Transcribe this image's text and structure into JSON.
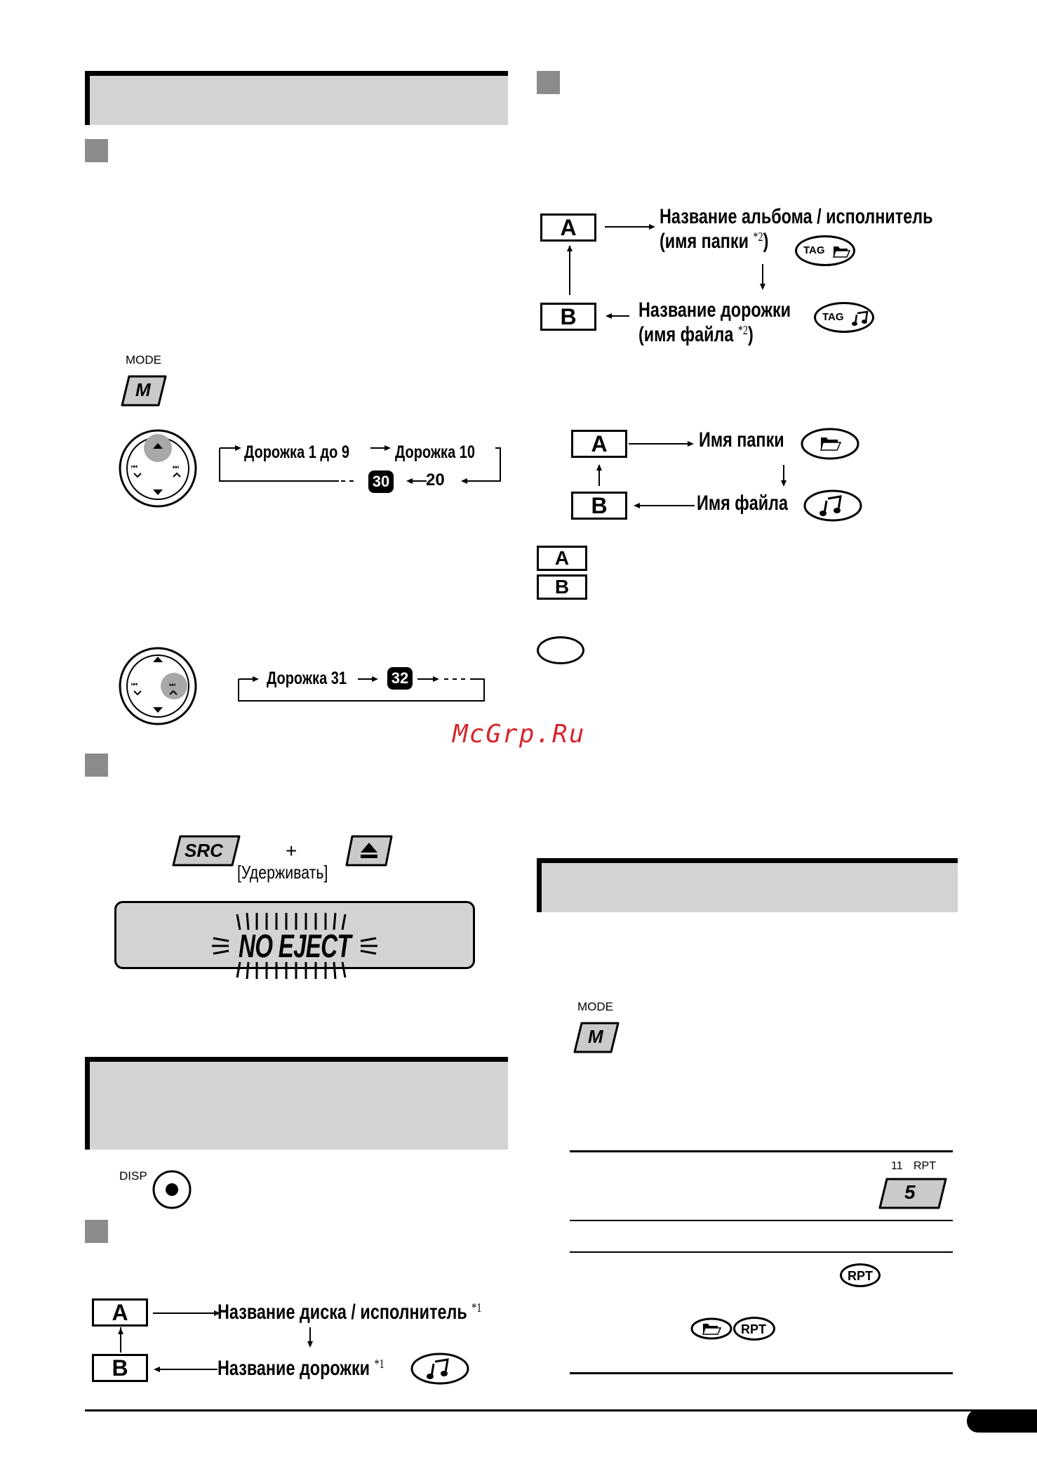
{
  "left": {
    "mode_label": "MODE",
    "mode_button": "M",
    "skip_seq_1": {
      "t1": "Дорожка 1 до 9",
      "t2": "Дорожка 10",
      "n30": "30",
      "n20": "20"
    },
    "skip_seq_2": {
      "t1": "Дорожка 31",
      "n32": "32"
    },
    "src_button": "SRC",
    "plus": "+",
    "hold_label": "[Удерживать]",
    "display_text": "NO EJECT",
    "disp_label": "DISP",
    "cd_flow": {
      "a": "A",
      "b": "B",
      "a_text": "Название диска / исполнитель",
      "a_note": "*1",
      "b_text": "Название дорожки",
      "b_note": "*1"
    }
  },
  "right": {
    "tag_flow": {
      "a": "A",
      "b": "B",
      "a_line1": "Название альбома / исполнитель",
      "a_line2": "(имя папки ",
      "a_note": "*2",
      "a_close": ")",
      "tag1": "TAG",
      "b_line1": "Название дорожки",
      "b_line2": "(имя файла ",
      "b_note": "*2",
      "b_close": ")",
      "tag2": "TAG"
    },
    "folder_flow": {
      "a": "A",
      "b": "B",
      "a_text": "Имя папки",
      "b_text": "Имя файла"
    },
    "legend": {
      "a": "A",
      "b": "B"
    },
    "watermark": "McGrp.Ru",
    "mode_label": "MODE",
    "mode_button": "M",
    "table": {
      "key_num": "11",
      "key_label": "RPT",
      "key_value": "5",
      "rpt1": "RPT",
      "rpt2": "RPT"
    }
  }
}
